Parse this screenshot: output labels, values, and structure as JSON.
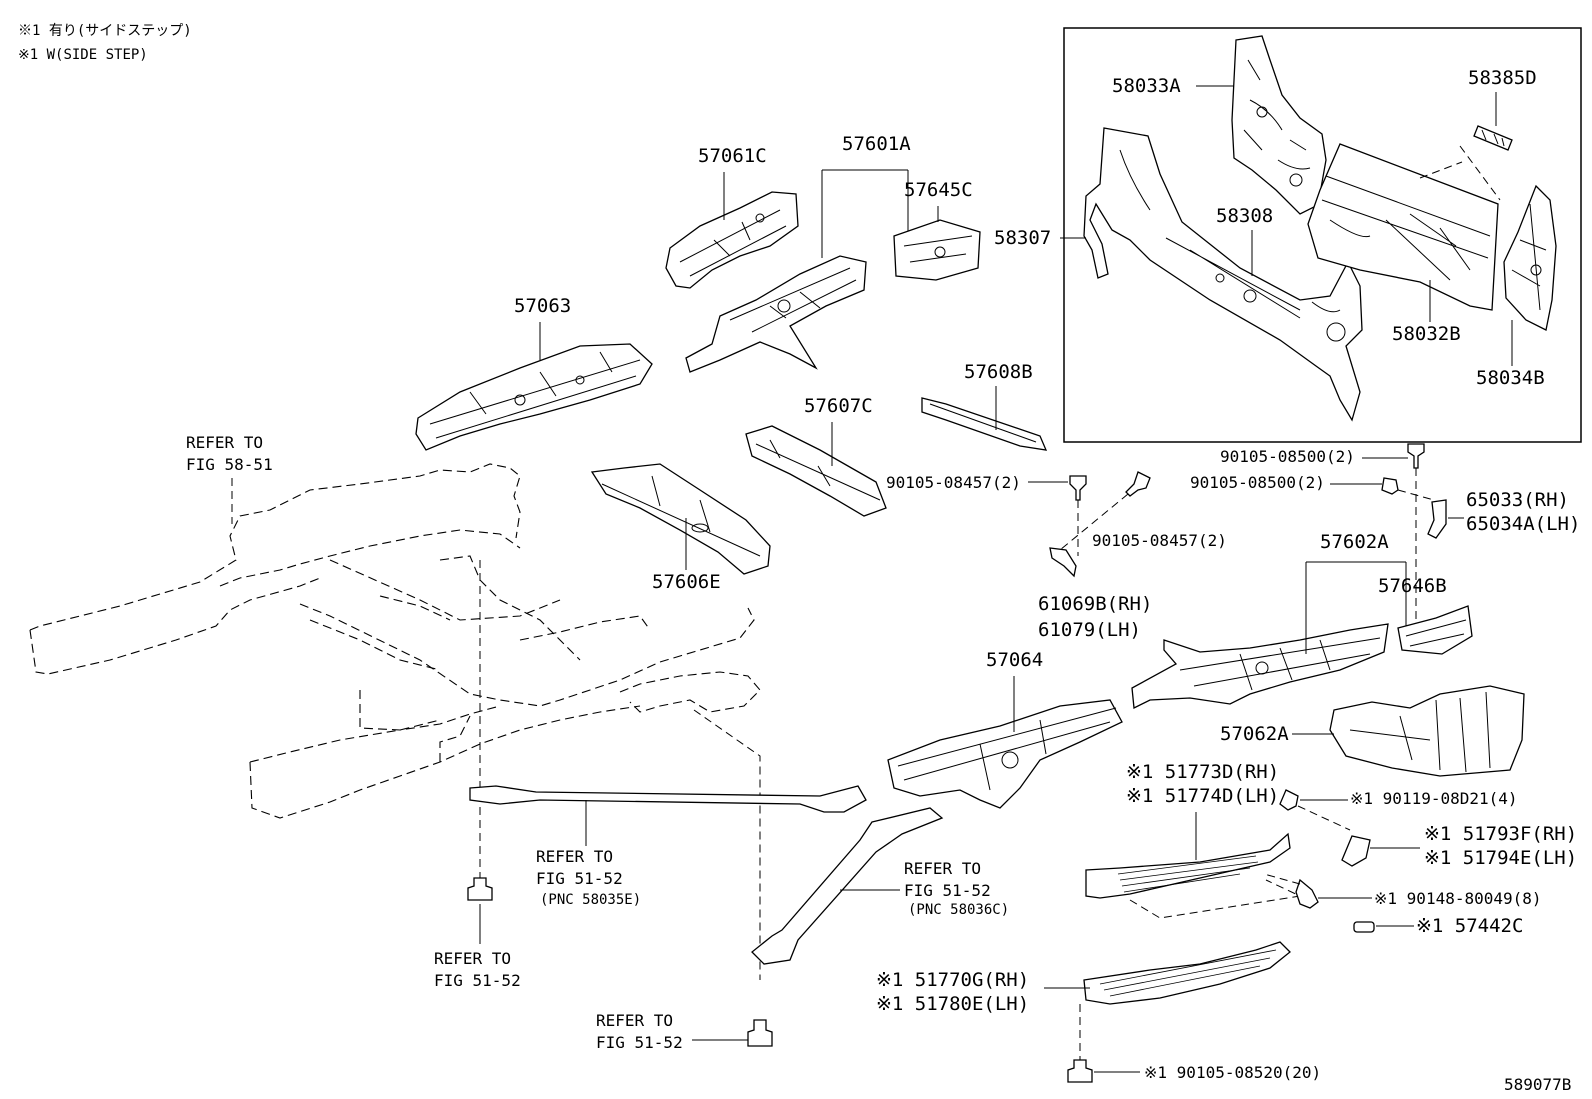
{
  "notes": {
    "line1": "※1 有り(サイドステップ)",
    "line2": "※1 W(SIDE STEP)"
  },
  "figure_id": "589077B",
  "labels": {
    "p58033A": "58033A",
    "p58385D": "58385D",
    "p58307": "58307",
    "p58308": "58308",
    "p58032B": "58032B",
    "p58034B": "58034B",
    "p57061C": "57061C",
    "p57601A": "57601A",
    "p57645C": "57645C",
    "p57063": "57063",
    "p57608B": "57608B",
    "p57607C": "57607C",
    "p57606E": "57606E",
    "b9010508457a": "90105-08457(2)",
    "b9010508457b": "90105-08457(2)",
    "b9010508500a": "90105-08500(2)",
    "b9010508500b": "90105-08500(2)",
    "p65033": "65033(RH)",
    "p65034A": "65034A(LH)",
    "p57602A": "57602A",
    "p57646B": "57646B",
    "p61069B": "61069B(RH)",
    "p61079": "61079(LH)",
    "p57064": "57064",
    "p57062A": "57062A",
    "p51773D": "※1 51773D(RH)",
    "p51774D": "※1 51774D(LH)",
    "b9011908D21": "※1 90119-08D21(4)",
    "p51793F": "※1 51793F(RH)",
    "p51794E": "※1 51794E(LH)",
    "b9014880049": "※1 90148-80049(8)",
    "p57442C": "※1 57442C",
    "p51770G": "※1 51770G(RH)",
    "p51780E": "※1 51780E(LH)",
    "b9010508520": "※1 90105-08520(20)"
  },
  "refs": {
    "r1_line1": "REFER TO",
    "r1_line2": "FIG 58-51",
    "r2_line1": "REFER TO",
    "r2_line2": "FIG 51-52",
    "r2_line3": "(PNC 58035E)",
    "r3_line1": "REFER TO",
    "r3_line2": "FIG 51-52",
    "r3_line3": "(PNC 58036C)",
    "r4_line1": "REFER TO",
    "r4_line2": "FIG 51-52",
    "r5_line1": "REFER TO",
    "r5_line2": "FIG 51-52"
  }
}
